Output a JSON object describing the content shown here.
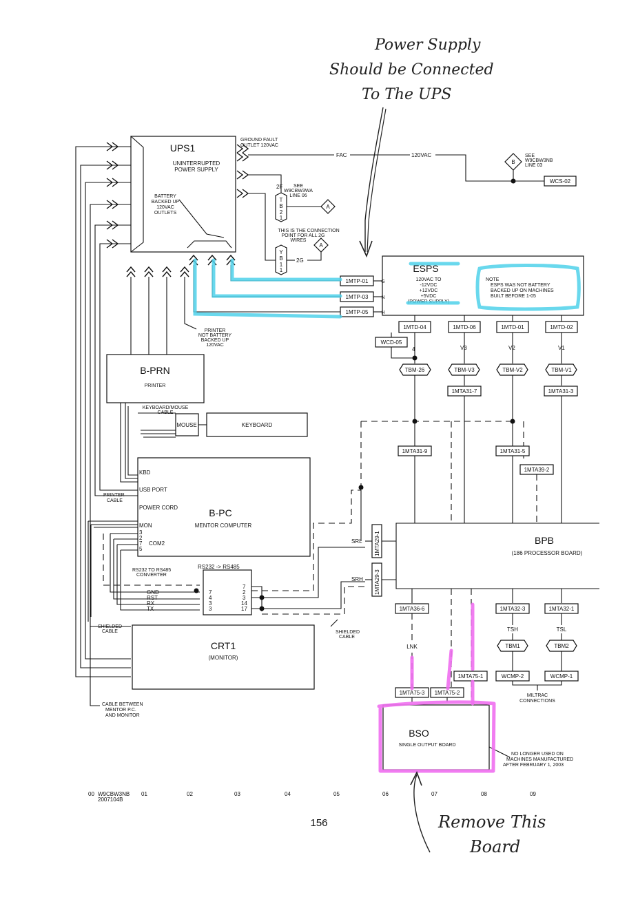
{
  "handwritten": {
    "note_top": [
      "Power Supply",
      "Should be Connected",
      "To The UPS"
    ],
    "note_bottom": [
      "Remove This",
      "Board"
    ]
  },
  "ups": {
    "title": "UPS1",
    "subtitle": [
      "UNINTERRUPTED",
      "POWER SUPPLY"
    ],
    "battery": [
      "BATTERY",
      "BACKED UP",
      "120VAC",
      "OUTLETS"
    ],
    "ground_fault": [
      "GROUND FAULT",
      "OUTLET 120VAC"
    ],
    "fac": "FAC",
    "vac120": "120VAC",
    "see_b": [
      "SEE",
      "W9CBW3NB",
      "LINE 03"
    ],
    "b_marker": "B",
    "wcs": "WCS-02",
    "tb_2f": "2F",
    "tb_chars": [
      "T",
      "B",
      "2",
      "1"
    ],
    "see_a": [
      "SEE",
      "W9CBW3WA",
      "LINE 06"
    ],
    "a_marker": "A",
    "connection_note": [
      "THIS IS THE CONNECTION",
      "POINT FOR ALL 2G",
      "WIRES"
    ],
    "yb_chars": [
      "Y",
      "B",
      "1",
      "1"
    ],
    "lbl_2g": "2G"
  },
  "esps": {
    "title": "ESPS",
    "lines": [
      "120VAC TO",
      "-12VDC",
      "+12VDC",
      "+5VDC",
      "(POWER SUPPLY)"
    ],
    "note": [
      "NOTE",
      "ESPS WAS NOT BATTERY",
      "BACKED UP ON MACHINES",
      "BUILT BEFORE 1-05"
    ],
    "mtp": [
      "1MTP-01",
      "1MTP-03",
      "1MTP-05"
    ],
    "pins": [
      "G",
      "N",
      "H"
    ]
  },
  "printer_note": [
    "PRINTER",
    "NOT BATTERY",
    "BACKED UP",
    "120VAC"
  ],
  "mtd": {
    "labels": [
      "1MTD-04",
      "1MTD-06",
      "1MTD-01",
      "1MTD-02"
    ],
    "voltage": [
      "4",
      "V3",
      "V2",
      "V1"
    ],
    "wcd": "WCD-05",
    "tbm": [
      "TBM-26",
      "TBM-V3",
      "TBM-V2",
      "TBM-V1"
    ],
    "mta_a": [
      "1MTA31-7",
      "1MTA31-3"
    ],
    "mta_b": [
      "1MTA31-9",
      "1MTA31-5",
      "1MTA39-2"
    ]
  },
  "printer": {
    "title": "B-PRN",
    "subtitle": "PRINTER",
    "cable": [
      "KEYBOARD/MOUSE",
      "CABLE"
    ]
  },
  "mouse": "MOUSE",
  "keyboard": "KEYBOARD",
  "pc": {
    "title": "B-PC",
    "subtitle": "MENTOR COMPUTER",
    "ports": [
      "KBD",
      "USB PORT",
      "POWER CORD",
      "MON"
    ],
    "com_pins": [
      "3",
      "2",
      "7",
      "5"
    ],
    "com": "COM2",
    "printer_cable": [
      "PRINTER",
      "CABLE"
    ]
  },
  "converter": {
    "label": [
      "RS232 TO RS485",
      "CONVERTER"
    ],
    "title": "RS232 -> RS485",
    "left_pins": [
      "7",
      "4",
      "3",
      "3"
    ],
    "right_pins": [
      "7",
      "2",
      "3",
      "14",
      "17"
    ],
    "signals": [
      "GND",
      "RST",
      "RX",
      "TX"
    ]
  },
  "bpb": {
    "title": "BPB",
    "subtitle": "(186 PROCESSOR BOARD)",
    "srl": "SRL",
    "srh": "SRH",
    "mta29": [
      "1MTA29-1",
      "1MTA29-3"
    ]
  },
  "shielded": [
    "SHIELDED",
    "CABLE"
  ],
  "shielded_right": [
    "SHIELDED",
    "CABLE"
  ],
  "crt": {
    "title": "CRT1",
    "subtitle": "(MONITOR)"
  },
  "cable_between": [
    "CABLE BETWEEN",
    "MENTOR P.C.",
    "AND MONITOR"
  ],
  "lower": {
    "mta36": "1MTA36-6",
    "lnk": "LNK",
    "mta75": [
      "1MTA75-3",
      "1MTA75-2",
      "1MTA75-1"
    ],
    "mta32": [
      "1MTA32-3",
      "1MTA32-1"
    ],
    "tsh": "TSH",
    "tsl": "TSL",
    "tbm": [
      "TBM1",
      "TBM2"
    ],
    "wcmp": [
      "WCMP-2",
      "WCMP-1"
    ],
    "miltrac": [
      "MILTRAC",
      "CONNECTIONS"
    ]
  },
  "bso": {
    "title": "BSO",
    "subtitle": "SINGLE OUTPUT BOARD",
    "note": [
      "NO LONGER USED ON",
      "MACHINES MANUFACTURED",
      "AFTER FEBRUARY 1, 2003"
    ]
  },
  "ruler": {
    "zero": "00",
    "doc": [
      "W9CBW3NB",
      "2007104B"
    ],
    "ticks": [
      "01",
      "02",
      "03",
      "04",
      "05",
      "06",
      "07",
      "08",
      "09"
    ]
  },
  "page_number": "156"
}
